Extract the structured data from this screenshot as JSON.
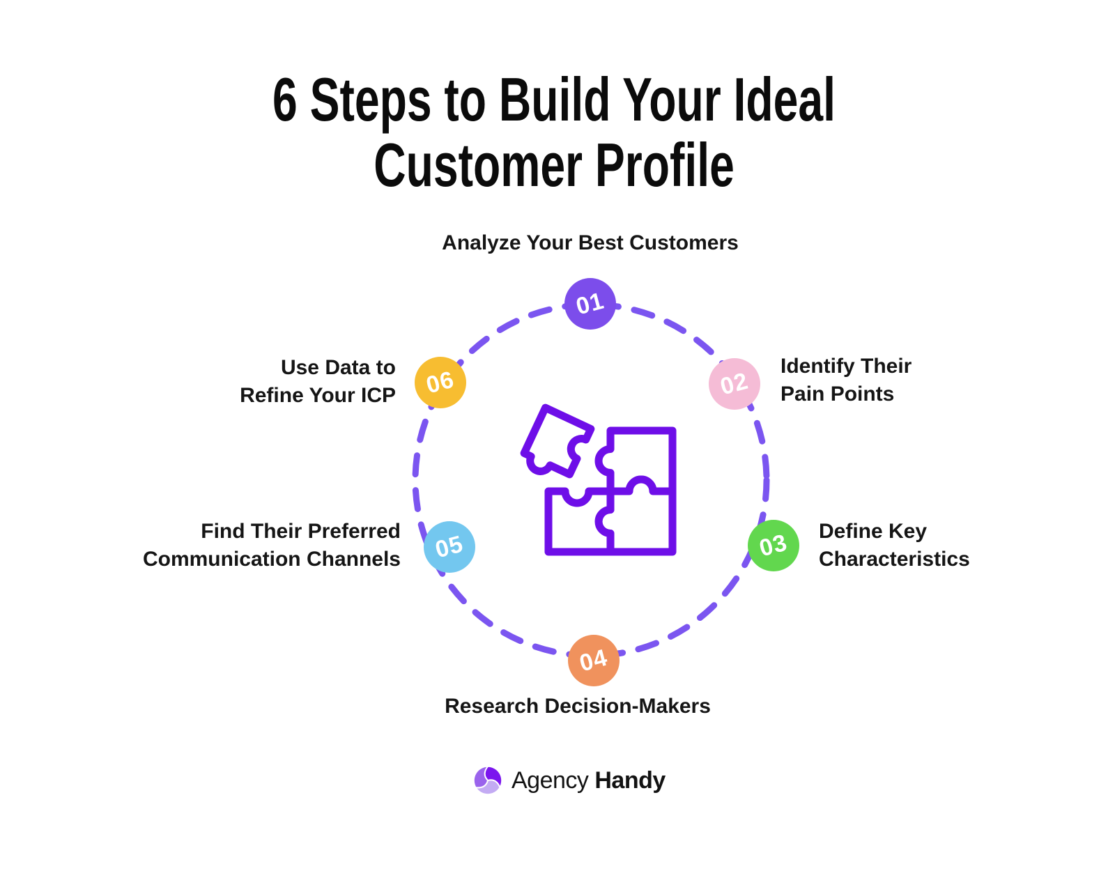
{
  "page": {
    "background_color": "#ffffff"
  },
  "title": {
    "line1": "6 Steps to Build Your Ideal",
    "line2": "Customer Profile",
    "color": "#0b0b0b"
  },
  "diagram": {
    "dashed_circle_color": "#7b55f0",
    "center_icon": "puzzle-pieces-icon",
    "puzzle_color": "#6e0ee8",
    "steps": [
      {
        "number": "01",
        "badge_color": "#7c4deb",
        "label_line1": "Analyze Your Best Customers"
      },
      {
        "number": "02",
        "badge_color": "#f5bcd6",
        "label_line1": "Identify Their",
        "label_line2": "Pain Points"
      },
      {
        "number": "03",
        "badge_color": "#62d74e",
        "label_line1": "Define Key",
        "label_line2": "Characteristics"
      },
      {
        "number": "04",
        "badge_color": "#f0925d",
        "label_line1": "Research Decision-Makers"
      },
      {
        "number": "05",
        "badge_color": "#73c7ef",
        "label_line1": "Find Their Preferred",
        "label_line2": "Communication Channels"
      },
      {
        "number": "06",
        "badge_color": "#f7bd31",
        "label_line1": "Use Data to",
        "label_line2": "Refine Your ICP"
      }
    ]
  },
  "footer": {
    "brand_regular": "Agency",
    "brand_bold": "Handy",
    "logo_color_dark": "#7b16ee",
    "logo_color_mid": "#9a63ec",
    "logo_color_light": "#c3abf3"
  }
}
